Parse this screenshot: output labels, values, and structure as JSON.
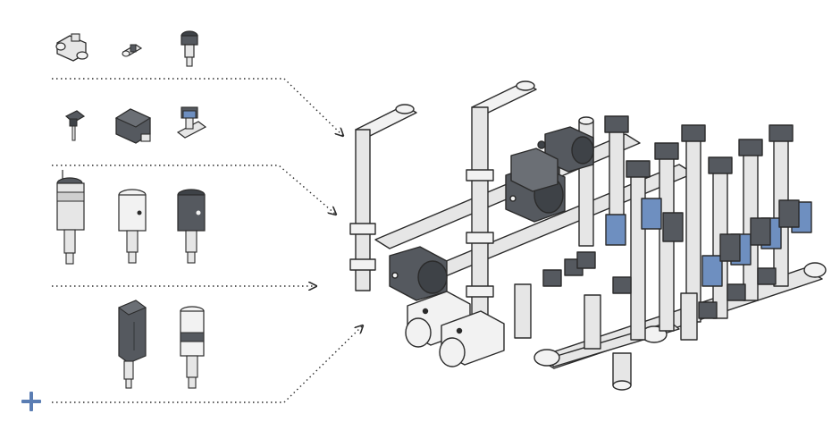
{
  "colors": {
    "outline": "#2b2b2b",
    "pipe_fill": "#e6e6e6",
    "pipe_light": "#f2f2f2",
    "dark_part": "#55595f",
    "dark_part_shade": "#3e4247",
    "blue_part": "#6e8fc0",
    "accent_plus": "#5a7db3",
    "connector": "#cfcfcf"
  },
  "icons": {
    "add": "plus-icon"
  },
  "component_rows": [
    {
      "name": "fittings-row",
      "items": [
        "y-fitting-icon",
        "nipple-fitting-icon",
        "knob-valve-icon"
      ]
    },
    {
      "name": "sensors-row",
      "items": [
        "probe-sensor-icon",
        "solenoid-box-icon",
        "pipe-sensor-icon"
      ]
    },
    {
      "name": "actuators-row",
      "items": [
        "actuator-tall-icon",
        "actuator-white-icon",
        "actuator-dark-icon"
      ]
    },
    {
      "name": "controllers-row",
      "items": [
        "controller-dark-icon",
        "controller-light-icon"
      ]
    }
  ]
}
